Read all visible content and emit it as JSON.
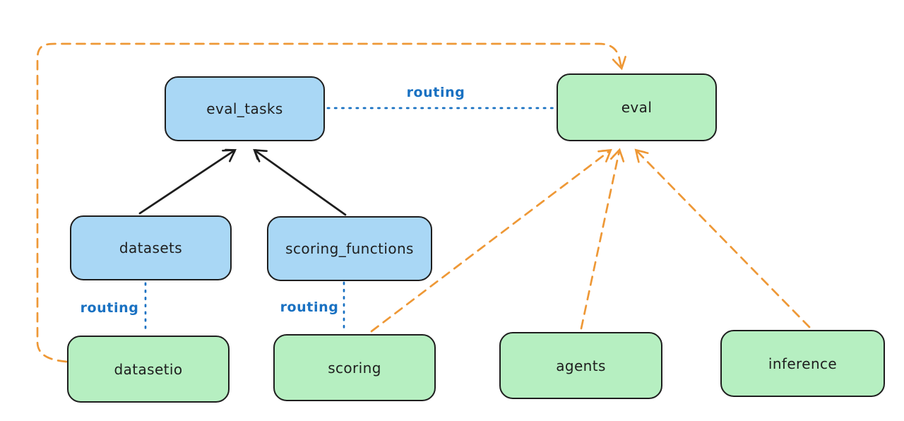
{
  "nodes": {
    "eval_tasks": {
      "label": "eval_tasks",
      "fill": "#a9d7f5"
    },
    "eval": {
      "label": "eval",
      "fill": "#b6efc1"
    },
    "datasets": {
      "label": "datasets",
      "fill": "#a9d7f5"
    },
    "scoring_functions": {
      "label": "scoring_functions",
      "fill": "#a9d7f5"
    },
    "datasetio": {
      "label": "datasetio",
      "fill": "#b6efc1"
    },
    "scoring": {
      "label": "scoring",
      "fill": "#b6efc1"
    },
    "agents": {
      "label": "agents",
      "fill": "#b6efc1"
    },
    "inference": {
      "label": "inference",
      "fill": "#b6efc1"
    }
  },
  "edges": [
    {
      "from": "datasets",
      "to": "eval_tasks",
      "style": "solid-black-arrow",
      "label": ""
    },
    {
      "from": "scoring_functions",
      "to": "eval_tasks",
      "style": "solid-black-arrow",
      "label": ""
    },
    {
      "from": "eval_tasks",
      "to": "eval",
      "style": "dotted-blue",
      "label": "routing"
    },
    {
      "from": "datasets",
      "to": "datasetio",
      "style": "dotted-blue",
      "label": "routing"
    },
    {
      "from": "scoring_functions",
      "to": "scoring",
      "style": "dotted-blue",
      "label": "routing"
    },
    {
      "from": "datasetio",
      "to": "eval",
      "style": "dashed-orange-arrow",
      "label": ""
    },
    {
      "from": "scoring",
      "to": "eval",
      "style": "dashed-orange-arrow",
      "label": ""
    },
    {
      "from": "agents",
      "to": "eval",
      "style": "dashed-orange-arrow",
      "label": ""
    },
    {
      "from": "inference",
      "to": "eval",
      "style": "dashed-orange-arrow",
      "label": ""
    }
  ],
  "colors": {
    "background": "#ffffff",
    "node_stroke": "#1e1e1e",
    "blue_fill": "#a9d7f5",
    "green_fill": "#b6efc1",
    "routing_blue": "#1971c2",
    "orange": "#ee9836",
    "black": "#1e1e1e"
  }
}
